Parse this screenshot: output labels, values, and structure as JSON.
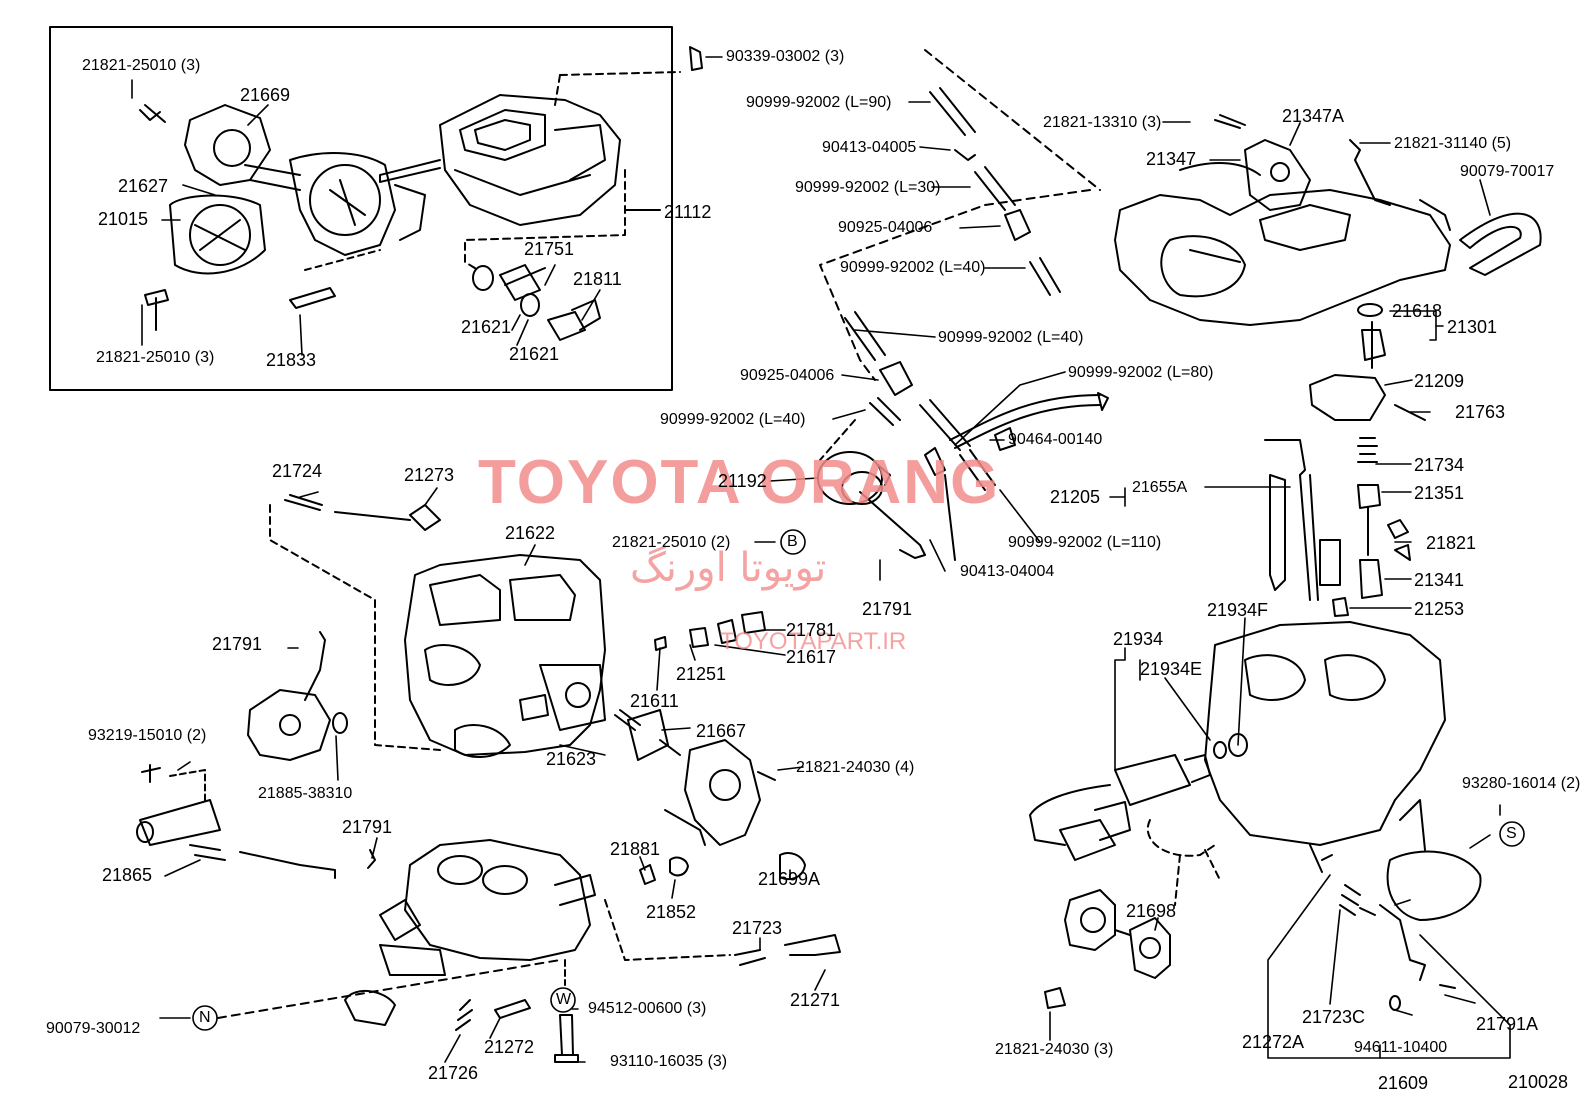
{
  "colors": {
    "ink": "#000000",
    "watermark": "#f08a8a"
  },
  "watermark": {
    "title": "TOYOTA ORANG",
    "persian": "تویوتا اورنگ",
    "site": "TOYOTAPART.IR"
  },
  "diagram_code": "210028",
  "callouts": {
    "b": "B",
    "s": "S",
    "n": "N",
    "w": "W"
  },
  "labels": {
    "p01": "21821-25010 (3)",
    "p02": "21669",
    "p03": "21627",
    "p04": "21015",
    "p05": "21821-25010 (3)",
    "p06": "21833",
    "p07": "21112",
    "p08": "21751",
    "p09": "21811",
    "p10": "21621",
    "p11": "21621",
    "p12": "90339-03002 (3)",
    "p13": "90999-92002 (L=90)",
    "p14": "90413-04005",
    "p15": "90999-92002 (L=30)",
    "p16": "90925-04006",
    "p17": "90999-92002 (L=40)",
    "p18": "90999-92002 (L=40)",
    "p19": "90925-04006",
    "p20": "90999-92002 (L=80)",
    "p21": "90999-92002 (L=40)",
    "p22": "90464-00140",
    "p23": "21192",
    "p24": "21821-25010 (2)",
    "p25": "21791",
    "p26": "90413-04004",
    "p27": "90999-92002 (L=110)",
    "p28": "21821-13310 (3)",
    "p29": "21347A",
    "p30": "21347",
    "p31": "21821-31140 (5)",
    "p32": "90079-70017",
    "p33": "21618",
    "p34": "21301",
    "p35": "21209",
    "p36": "21763",
    "p37": "21734",
    "p38": "21351",
    "p39": "21205",
    "p40": "21655A",
    "p41": "21821",
    "p42": "21341",
    "p43": "21253",
    "p44": "21934F",
    "p45": "21934",
    "p46": "21934E",
    "p47": "21724",
    "p48": "21273",
    "p49": "21622",
    "p50": "21791",
    "p51": "93219-15010 (2)",
    "p52": "21885-38310",
    "p53": "21865",
    "p54": "21791",
    "p55": "21781",
    "p56": "21617",
    "p57": "21251",
    "p58": "21611",
    "p59": "21667",
    "p60": "21623",
    "p61": "21821-24030 (4)",
    "p62": "21881",
    "p63": "21852",
    "p64": "21699A",
    "p65": "21723",
    "p66": "21271",
    "p67": "90079-30012",
    "p68": "94512-00600 (3)",
    "p69": "21272",
    "p70": "21726",
    "p71": "93110-16035 (3)",
    "p72": "93280-16014 (2)",
    "p73": "21698",
    "p74": "21821-24030 (3)",
    "p75": "21723C",
    "p76": "21272A",
    "p77": "94611-10400",
    "p78": "21791A",
    "p79": "21609"
  }
}
